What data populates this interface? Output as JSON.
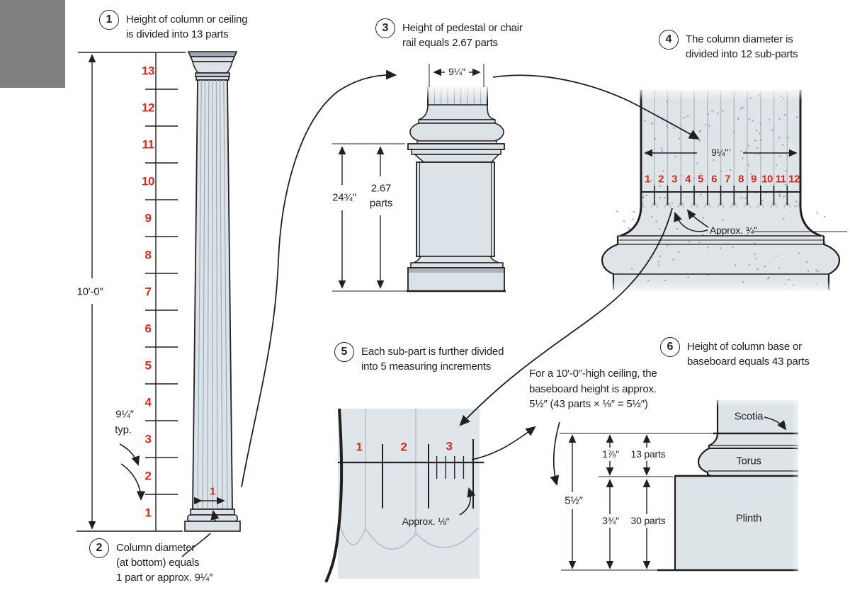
{
  "notes": {
    "n1": {
      "num": "1",
      "line1": "Height of column or ceiling",
      "line2": "is divided into 13 parts"
    },
    "n2": {
      "num": "2",
      "line1": "Column diameter",
      "line2": "(at bottom) equals",
      "line3": "1 part or approx. 9¼″"
    },
    "n3": {
      "num": "3",
      "line1": "Height of pedestal or chair",
      "line2": "rail equals 2.67 parts"
    },
    "n4": {
      "num": "4",
      "line1": "The column diameter is",
      "line2": "divided into 12 sub-parts"
    },
    "n5": {
      "num": "5",
      "line1": "Each sub-part is further divided",
      "line2": "into 5 measuring increments"
    },
    "n6": {
      "num": "6",
      "line1": "Height of column base or",
      "line2": "baseboard equals 43 parts"
    },
    "baseboard": {
      "line1": "For a 10′-0″-high ceiling, the",
      "line2": "baseboard height is approx.",
      "line3": "5½″ (43 parts × ⅛″ = 5½″)"
    }
  },
  "dims": {
    "ceiling_height": "10′-0″",
    "part_typical_line1": "9¼″",
    "part_typical_line2": "typ.",
    "column_part_one": "1",
    "pedestal_width": "9¼″",
    "pedestal_height_inches": "24¾″",
    "pedestal_height_parts_line1": "2.67",
    "pedestal_height_parts_line2": "parts",
    "column_diameter": "9¼″",
    "subpart_width": "Approx. ¾″",
    "increment_width": "Approx. ⅛″",
    "baseboard_height": "5½″",
    "cap_height_inches": "1⅞″",
    "cap_height_parts": "13 parts",
    "plinth_height_inches": "3¾″",
    "plinth_height_parts": "30 parts"
  },
  "profile_labels": {
    "scotia": "Scotia",
    "torus": "Torus",
    "plinth": "Plinth"
  },
  "scale_parts": [
    "13",
    "12",
    "11",
    "10",
    "9",
    "8",
    "7",
    "6",
    "5",
    "4",
    "3",
    "2",
    "1"
  ],
  "sub_parts": [
    "1",
    "2",
    "3",
    "4",
    "5",
    "6",
    "7",
    "8",
    "9",
    "10",
    "11",
    "12"
  ],
  "increment_parts": [
    "1",
    "2",
    "3"
  ],
  "colors": {
    "accent_red": "#cf2b20",
    "ink": "#231f20",
    "column_fill": "#dce3e8",
    "panel_fill": "#dfe5e9",
    "shade_band": "#a9b2b9",
    "flute_line": "#b3bdc4"
  }
}
